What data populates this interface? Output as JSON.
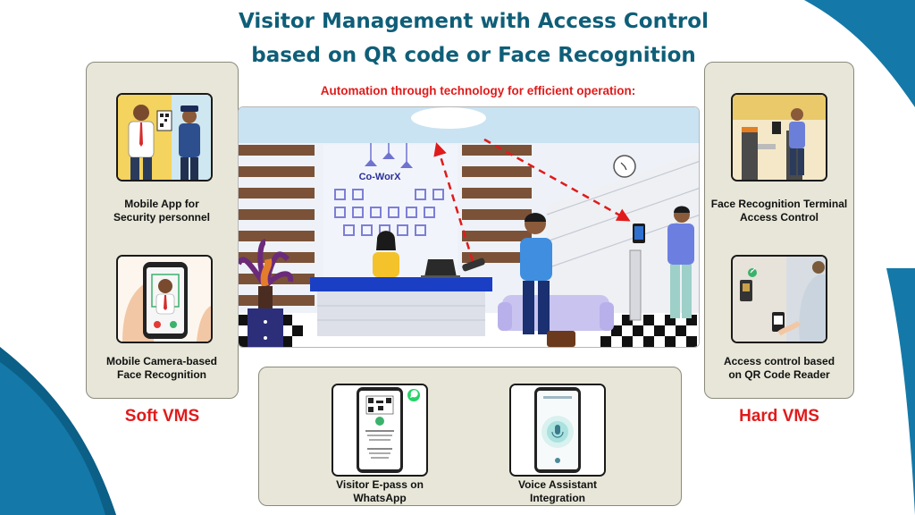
{
  "title": {
    "line1": "Visitor Management with Access Control",
    "line2": "based on QR code or Face Recognition",
    "subtitle": "Automation through technology for efficient operation:"
  },
  "soft_vms": {
    "label": "Soft VMS",
    "items": [
      {
        "line1": "Mobile App for",
        "line2": "Security personnel",
        "icon": "security-app-illustration"
      },
      {
        "line1": "Mobile Camera-based",
        "line2": "Face Recognition",
        "icon": "face-recognition-phone-illustration"
      }
    ]
  },
  "hard_vms": {
    "label": "Hard VMS",
    "items": [
      {
        "line1": "Face Recognition Terminal",
        "line2": "Access Control",
        "icon": "face-terminal-illustration"
      },
      {
        "line1": "Access control based",
        "line2": "on QR Code Reader",
        "icon": "qr-reader-illustration"
      }
    ]
  },
  "bottom": {
    "items": [
      {
        "line1": "Visitor E-pass on",
        "line2": "WhatsApp",
        "icon": "whatsapp-epass-illustration"
      },
      {
        "line1": "Voice Assistant",
        "line2": "Integration",
        "icon": "voice-assistant-illustration"
      }
    ]
  },
  "scene": {
    "logo_text": "Co-WorX"
  },
  "colors": {
    "title": "#0f5e78",
    "accent_red": "#e01b1b",
    "panel_bg": "#e7e6d8",
    "corner_blue": "#1479a8"
  }
}
